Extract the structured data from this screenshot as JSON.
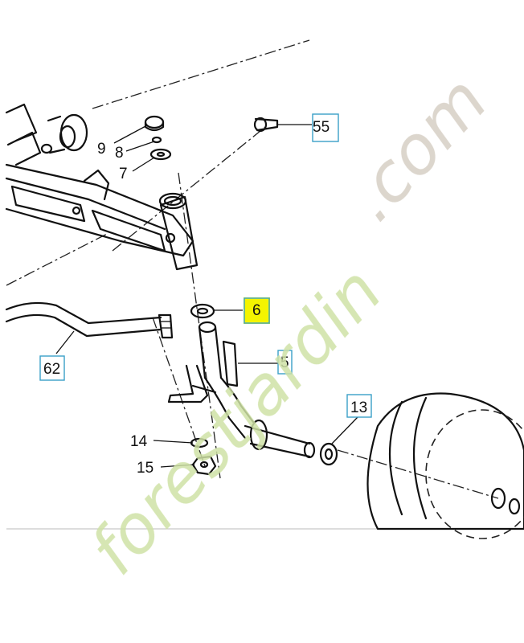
{
  "callouts": {
    "c55": "55",
    "c9": "9",
    "c8": "8",
    "c7": "7",
    "c6": "6",
    "c5": "5",
    "c62": "62",
    "c13": "13",
    "c14": "14",
    "c15": "15"
  },
  "colors": {
    "highlight": "#f4f400",
    "callout_border": "#3aa0c8",
    "watermark_brand": "#cfe2a6",
    "watermark_domain": "#d6cfc4"
  },
  "watermark": {
    "brand": "forestjardin",
    "domain": ".com"
  }
}
